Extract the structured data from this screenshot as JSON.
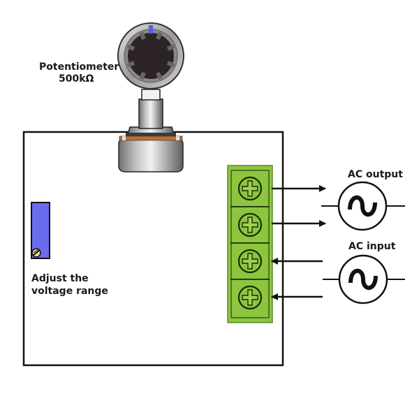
{
  "labels": {
    "potentiometer_name": "Potentiometer",
    "potentiometer_value": "500kΩ",
    "adjust_line1": "Adjust the",
    "adjust_line2": "voltage range",
    "ac_output": "AC output",
    "ac_input": "AC input"
  },
  "terminals": [
    {
      "id": 1,
      "direction": "out",
      "icon": "phillips-screw-icon"
    },
    {
      "id": 2,
      "direction": "out",
      "icon": "phillips-screw-icon"
    },
    {
      "id": 3,
      "direction": "in",
      "icon": "phillips-screw-icon"
    },
    {
      "id": 4,
      "direction": "in",
      "icon": "phillips-screw-icon"
    }
  ],
  "sources": [
    {
      "name": "ac-output",
      "icon": "ac-sine-icon"
    },
    {
      "name": "ac-input",
      "icon": "ac-sine-icon"
    }
  ],
  "colors": {
    "terminal_block": "#8cc63f",
    "trimmer": "#6b6bf0",
    "knob_indicator": "#5b5bf5",
    "copper": "#b8703c",
    "line": "#111111"
  }
}
